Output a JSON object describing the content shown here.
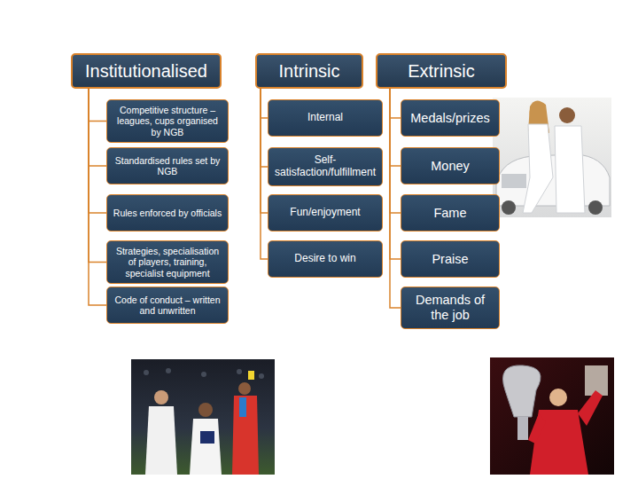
{
  "diagram": {
    "nodes": [
      {
        "text": [
          "Institutionalised"
        ]
      },
      {
        "text": [
          "Intrinsic"
        ]
      },
      {
        "text": [
          "Extrinsic"
        ]
      },
      {
        "text": [
          "Competitive structure – leagues, cups organised by NGB"
        ]
      },
      {
        "text": [
          "Standardised rules set by NGB"
        ]
      },
      {
        "text": [
          "Rules enforced by officials"
        ]
      },
      {
        "text": [
          "Strategies, specialisation of players, training, specialist equipment"
        ]
      },
      {
        "text": [
          "Code of conduct – written and unwritten"
        ]
      },
      {
        "text": [
          "Internal"
        ]
      },
      {
        "text": [
          "Self-satisfaction/fulfillment"
        ]
      },
      {
        "text": [
          "Fun/enjoyment"
        ]
      },
      {
        "text": [
          "Desire to win"
        ]
      },
      {
        "text": [
          "Medals/prizes"
        ]
      },
      {
        "text": [
          "Money"
        ]
      },
      {
        "text": [
          "Fame"
        ]
      },
      {
        "text": [
          "Praise"
        ]
      },
      {
        "text": [
          "Demands of the job"
        ]
      }
    ],
    "edges": [
      {
        "from": 0,
        "to": 3,
        "arrow": "none"
      },
      {
        "from": 0,
        "to": 4,
        "arrow": "none"
      },
      {
        "from": 0,
        "to": 5,
        "arrow": "none"
      },
      {
        "from": 0,
        "to": 6,
        "arrow": "none"
      },
      {
        "from": 0,
        "to": 7,
        "arrow": "none"
      },
      {
        "from": 1,
        "to": 8,
        "arrow": "none"
      },
      {
        "from": 1,
        "to": 9,
        "arrow": "none"
      },
      {
        "from": 1,
        "to": 10,
        "arrow": "none"
      },
      {
        "from": 1,
        "to": 11,
        "arrow": "none"
      },
      {
        "from": 2,
        "to": 12,
        "arrow": "none"
      },
      {
        "from": 2,
        "to": 13,
        "arrow": "none"
      },
      {
        "from": 2,
        "to": 14,
        "arrow": "none"
      },
      {
        "from": 2,
        "to": 15,
        "arrow": "none"
      },
      {
        "from": 2,
        "to": 16,
        "arrow": "none"
      }
    ]
  }
}
